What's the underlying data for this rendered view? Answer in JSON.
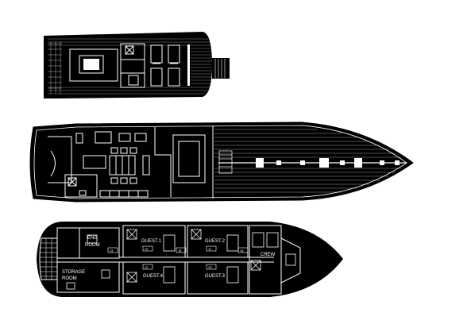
{
  "decks": {
    "top": {
      "name": ""
    },
    "main": {
      "name": ""
    },
    "lower": {
      "rooms": {
        "eng_room_line1": "ENG",
        "eng_room_line2": "ROOM",
        "storage_line1": "STORAGE",
        "storage_line2": "ROOM",
        "guest1": "GUEST.1",
        "guest2": "GUEST.2",
        "guest3": "GUEST.3",
        "guest4": "GUEST.4",
        "crew": "CREW"
      },
      "room_numbers": [
        "10",
        "11",
        "12",
        "13",
        "14",
        "15",
        "16"
      ]
    }
  },
  "colors": {
    "hull": "#000000",
    "lines": "#ffffff",
    "background": "#ffffff"
  }
}
